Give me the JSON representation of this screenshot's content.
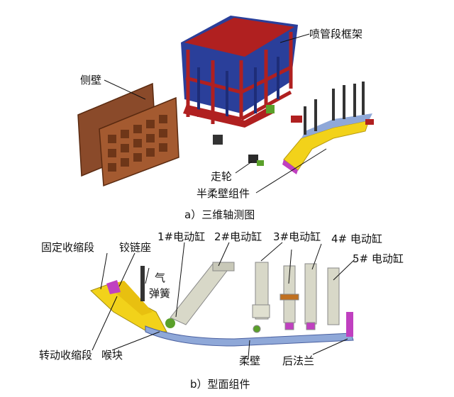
{
  "top": {
    "labels": {
      "spray_frame": "喷管段框架",
      "side_wall": "侧壁",
      "wheel": "走轮",
      "half_flexible": "半柔壁组件"
    },
    "caption": "a）三维轴测图"
  },
  "bottom": {
    "labels": {
      "fixed_contract": "固定收缩段",
      "hinge_seat": "铰链座",
      "gas_spring_1": "气",
      "gas_spring_2": "弹簧",
      "cyl1": "1#电动缸",
      "cyl2": "2#电动缸",
      "cyl3": "3#电动缸",
      "cyl4": "4# 电动缸",
      "cyl5": "5# 电动缸",
      "rotating_contract": "转动收缩段",
      "throat": "喉块",
      "flexible_wall": "柔壁",
      "rear_flange": "后法兰"
    },
    "caption": "b）型面组件"
  },
  "colors": {
    "frame_red": "#b02020",
    "frame_blue": "#2a3f9a",
    "wall_brown": "#8a4a2a",
    "yellow": "#f2d21a",
    "steel_blue": "#8fa8d8",
    "green": "#5aa02a",
    "magenta": "#c040c0",
    "gray": "#9a9a9a"
  }
}
